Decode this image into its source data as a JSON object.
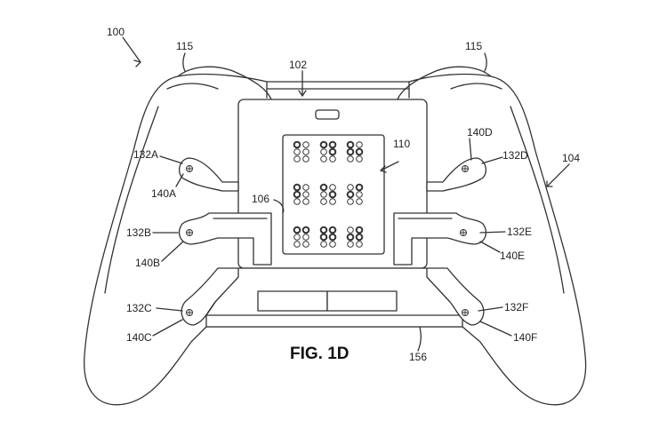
{
  "figure_label": "FIG. 1D",
  "labels": {
    "controller": "100",
    "bumper_left": "115",
    "bumper_right": "115",
    "module": "102",
    "housing": "104",
    "braille_display": "110",
    "braille_surface": "106",
    "paddle_a": "132A",
    "paddle_b": "132B",
    "paddle_c": "132C",
    "paddle_d": "132D",
    "paddle_e": "132E",
    "paddle_f": "132F",
    "pivot_a": "140A",
    "pivot_b": "140B",
    "pivot_c": "140C",
    "pivot_d": "140D",
    "pivot_e": "140E",
    "pivot_f": "140F",
    "base": "156"
  },
  "braille_cells": [
    [
      [
        1,
        0,
        0,
        0,
        0,
        0
      ],
      [
        1,
        1,
        0,
        1,
        0,
        0
      ],
      [
        1,
        0,
        1,
        1,
        0,
        0
      ]
    ],
    [
      [
        1,
        0,
        1,
        0,
        0,
        0
      ],
      [
        1,
        0,
        0,
        1,
        0,
        0
      ],
      [
        0,
        1,
        1,
        0,
        0,
        0
      ]
    ],
    [
      [
        1,
        1,
        0,
        0,
        0,
        0
      ],
      [
        1,
        1,
        1,
        1,
        0,
        0
      ],
      [
        0,
        1,
        1,
        1,
        0,
        0
      ]
    ]
  ]
}
